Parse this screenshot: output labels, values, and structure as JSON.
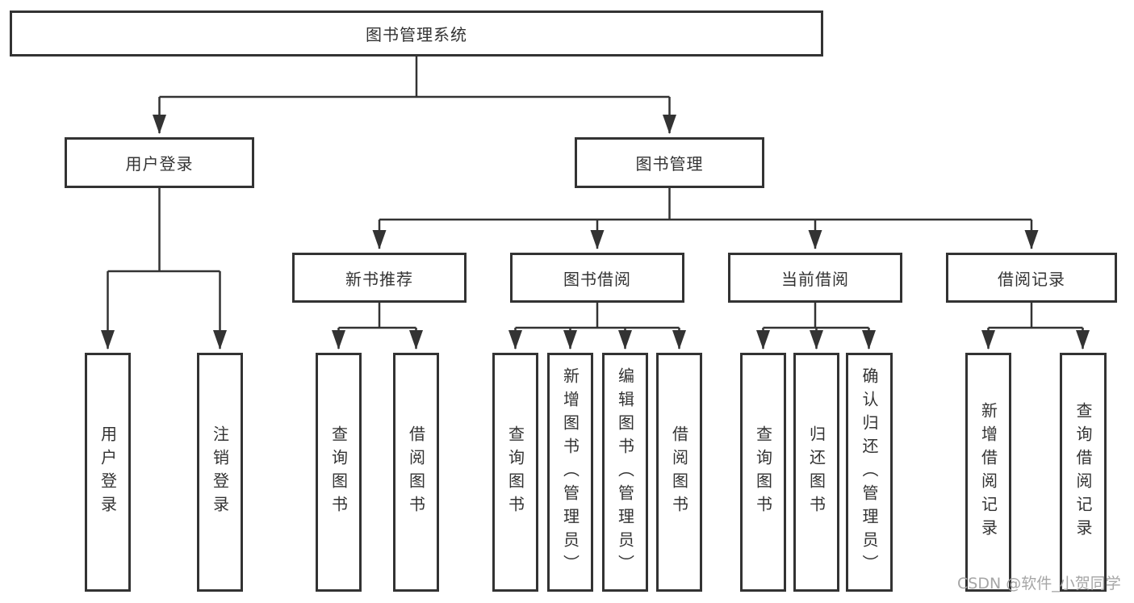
{
  "colors": {
    "line": "#333333",
    "box_border": "#333333",
    "text": "#333333",
    "background": "#ffffff",
    "watermark": "#a6a6a6"
  },
  "watermark": "CSDN @软件_小贺同学",
  "tree": {
    "root": {
      "label": "图书管理系统"
    },
    "branches": [
      {
        "label": "用户登录",
        "leaves": [
          {
            "label": "用户登录"
          },
          {
            "label": "注销登录"
          }
        ]
      },
      {
        "label": "图书管理",
        "groups": [
          {
            "label": "新书推荐",
            "leaves": [
              {
                "label": "查询图书"
              },
              {
                "label": "借阅图书"
              }
            ]
          },
          {
            "label": "图书借阅",
            "leaves": [
              {
                "label": "查询图书"
              },
              {
                "label": "新增图书（管理员）"
              },
              {
                "label": "编辑图书（管理员）"
              },
              {
                "label": "借阅图书"
              }
            ]
          },
          {
            "label": "当前借阅",
            "leaves": [
              {
                "label": "查询图书"
              },
              {
                "label": "归还图书"
              },
              {
                "label": "确认归还（管理员）"
              }
            ]
          },
          {
            "label": "借阅记录",
            "leaves": [
              {
                "label": "新增借阅记录"
              },
              {
                "label": "查询借阅记录"
              }
            ]
          }
        ]
      }
    ]
  }
}
